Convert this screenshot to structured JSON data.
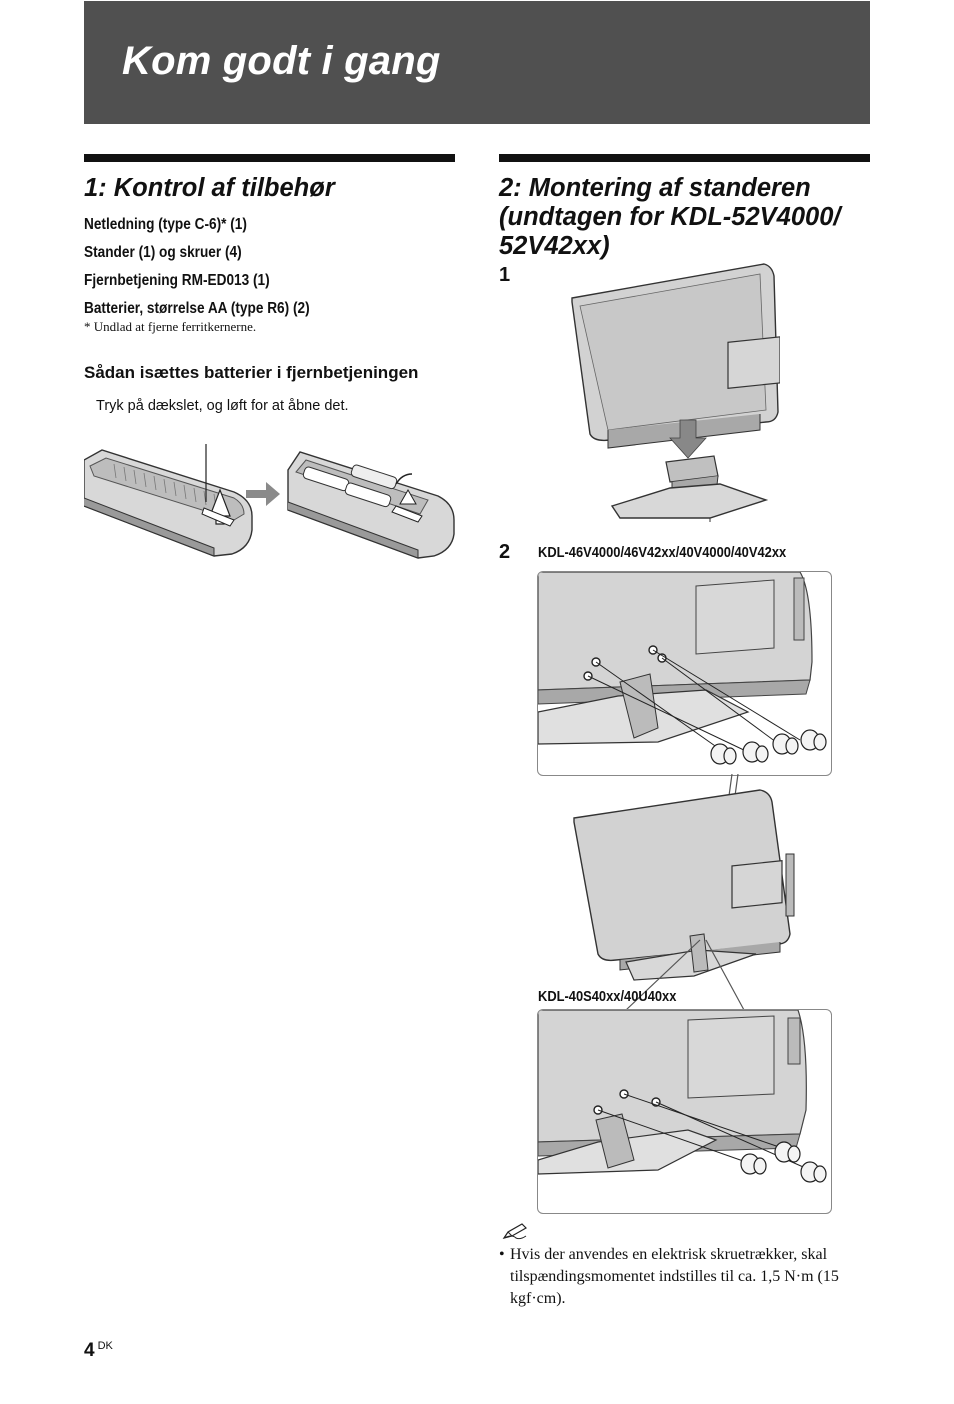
{
  "page": {
    "title": "Kom godt i gang",
    "number": "4",
    "locale": "DK"
  },
  "section1": {
    "title": "1: Kontrol af tilbehør",
    "items": [
      "Netledning (type C-6)* (1)",
      "Stander (1) og skruer (4)",
      "Fjernbetjening RM-ED013 (1)",
      "Batterier, størrelse AA (type R6) (2)"
    ],
    "footnote": "* Undlad at fjerne ferritkernerne.",
    "batteries": {
      "title": "Sådan isættes batterier i fjernbetjeningen",
      "instruction": "Tryk på dækslet, og løft for at åbne det."
    }
  },
  "section2": {
    "title": "2: Montering af standeren (undtagen for KDL-52V4000/ 52V42xx)",
    "step1_number": "1",
    "step2_number": "2",
    "model_a": "KDL-46V4000/46V42xx/40V4000/40V42xx",
    "model_b": "KDL-40S40xx/40U40xx"
  },
  "note": {
    "icon": "pencil-note-icon",
    "bullet": "•",
    "text": "Hvis der anvendes en elektrisk skruetrækker, skal tilspændingsmomentet indstilles til ca. 1,5 N·m (15 kgf·cm)."
  }
}
